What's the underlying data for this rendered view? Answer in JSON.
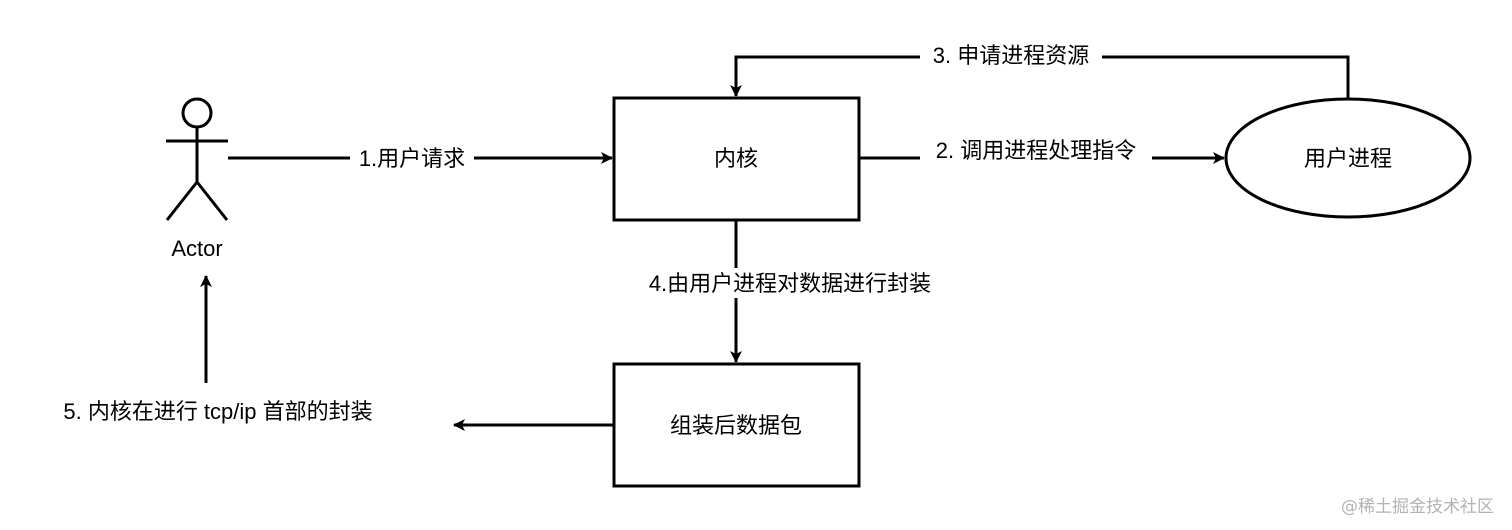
{
  "actor": {
    "label": "Actor"
  },
  "nodes": {
    "kernel": "内核",
    "user_process": "用户进程",
    "packet": "组装后数据包"
  },
  "edges": {
    "e1": "1.用户请求",
    "e2": "2. 调用进程处理指令",
    "e3": "3. 申请进程资源",
    "e4": "4.由用户进程对数据进行封装",
    "e5": "5. 内核在进行 tcp/ip 首部的封装"
  },
  "watermark": "@稀土掘金技术社区"
}
